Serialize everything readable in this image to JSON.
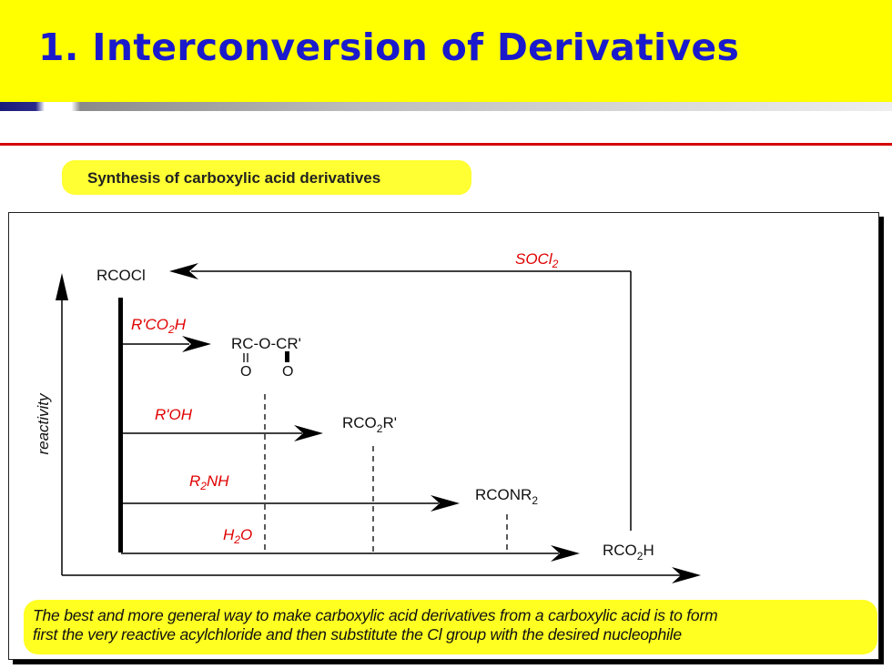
{
  "title": "1. Interconversion of Derivatives",
  "subtitle": "Synthesis of carboxylic acid derivatives",
  "axis_label": "reactivity",
  "species": {
    "acyl_chloride": "RCOCl",
    "anhydride": "RC-O-CR'",
    "anhydride_o1": "O",
    "anhydride_o2": "O",
    "ester_a": "RCO",
    "ester_sub": "2",
    "ester_b": "R'",
    "amide_a": "RCONR",
    "amide_sub": "2",
    "acid_a": "RCO",
    "acid_sub": "2",
    "acid_b": "H"
  },
  "reagents": {
    "socl2_a": "SOCl",
    "socl2_sub": "2",
    "acid_prime_a": "R'CO",
    "acid_prime_sub": "2",
    "acid_prime_b": "H",
    "alcohol": "R'OH",
    "amine_a": "R",
    "amine_sub": "2",
    "amine_b": "NH",
    "water_a": "H",
    "water_sub": "2",
    "water_b": "O"
  },
  "note": {
    "line1": "The best and more general way to make carboxylic acid derivatives from a carboxylic acid is to form",
    "line2": "first the very reactive acylchloride and then substitute the Cl group with the desired nucleophile"
  },
  "colors": {
    "title_bg": "#ffff00",
    "title_text": "#1a1acc",
    "reagent": "#e00000",
    "rule": "#d40000"
  }
}
